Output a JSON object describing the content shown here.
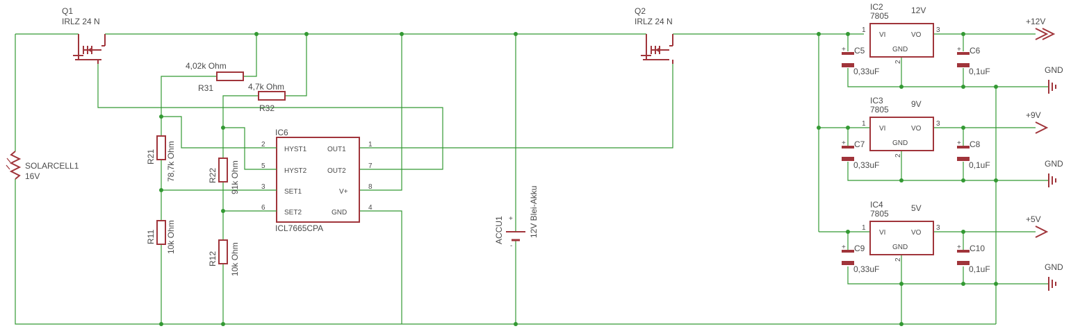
{
  "components": {
    "q1": {
      "ref": "Q1",
      "value": "IRLZ 24 N"
    },
    "q2": {
      "ref": "Q2",
      "value": "IRLZ 24 N"
    },
    "r31": {
      "ref": "R31",
      "value": "4,02k Ohm"
    },
    "r32": {
      "ref": "R32",
      "value": "4,7k Ohm"
    },
    "r21": {
      "ref": "R21",
      "value": "78,7k Ohm"
    },
    "r22": {
      "ref": "R22",
      "value": "91k Ohm"
    },
    "r11": {
      "ref": "R11",
      "value": "10k Ohm"
    },
    "r12": {
      "ref": "R12",
      "value": "10k Ohm"
    },
    "solar": {
      "ref": "SOLARCELL1",
      "value": "16V"
    },
    "ic6": {
      "ref": "IC6",
      "value": "ICL7665CPA",
      "pins": {
        "hyst1": {
          "name": "HYST1",
          "num": "2"
        },
        "hyst2": {
          "name": "HYST2",
          "num": "5"
        },
        "set1": {
          "name": "SET1",
          "num": "3"
        },
        "set2": {
          "name": "SET2",
          "num": "6"
        },
        "out1": {
          "name": "OUT1",
          "num": "1"
        },
        "out2": {
          "name": "OUT2",
          "num": "7"
        },
        "vplus": {
          "name": "V+",
          "num": "8"
        },
        "gnd": {
          "name": "GND",
          "num": "4"
        }
      }
    },
    "accu": {
      "ref": "ACCU1",
      "value": "12V Blei-Akku",
      "plus": "+",
      "minus": "-"
    },
    "regulators": [
      {
        "ref": "IC2",
        "value": "7805",
        "voltage": "12V",
        "vi": "VI",
        "vo": "VO",
        "gnd": "GND",
        "pin_in": "1",
        "pin_out": "3",
        "pin_gnd": "2",
        "c_in": {
          "ref": "C5",
          "value": "0,33uF"
        },
        "c_out": {
          "ref": "C6",
          "value": "0,1uF"
        },
        "supply": "+12V",
        "ground": "GND"
      },
      {
        "ref": "IC3",
        "value": "7805",
        "voltage": "9V",
        "vi": "VI",
        "vo": "VO",
        "gnd": "GND",
        "pin_in": "1",
        "pin_out": "3",
        "pin_gnd": "2",
        "c_in": {
          "ref": "C7",
          "value": "0,33uF"
        },
        "c_out": {
          "ref": "C8",
          "value": "0,1uF"
        },
        "supply": "+9V",
        "ground": "GND"
      },
      {
        "ref": "IC4",
        "value": "7805",
        "voltage": "5V",
        "vi": "VI",
        "vo": "VO",
        "gnd": "GND",
        "pin_in": "1",
        "pin_out": "3",
        "pin_gnd": "2",
        "c_in": {
          "ref": "C9",
          "value": "0,33uF"
        },
        "c_out": {
          "ref": "C10",
          "value": "0,1uF"
        },
        "supply": "+5V",
        "ground": "GND"
      }
    ]
  },
  "colors": {
    "wire": "#339933",
    "part": "#a0343a",
    "text": "#4a4a4a",
    "background": "#ffffff"
  }
}
